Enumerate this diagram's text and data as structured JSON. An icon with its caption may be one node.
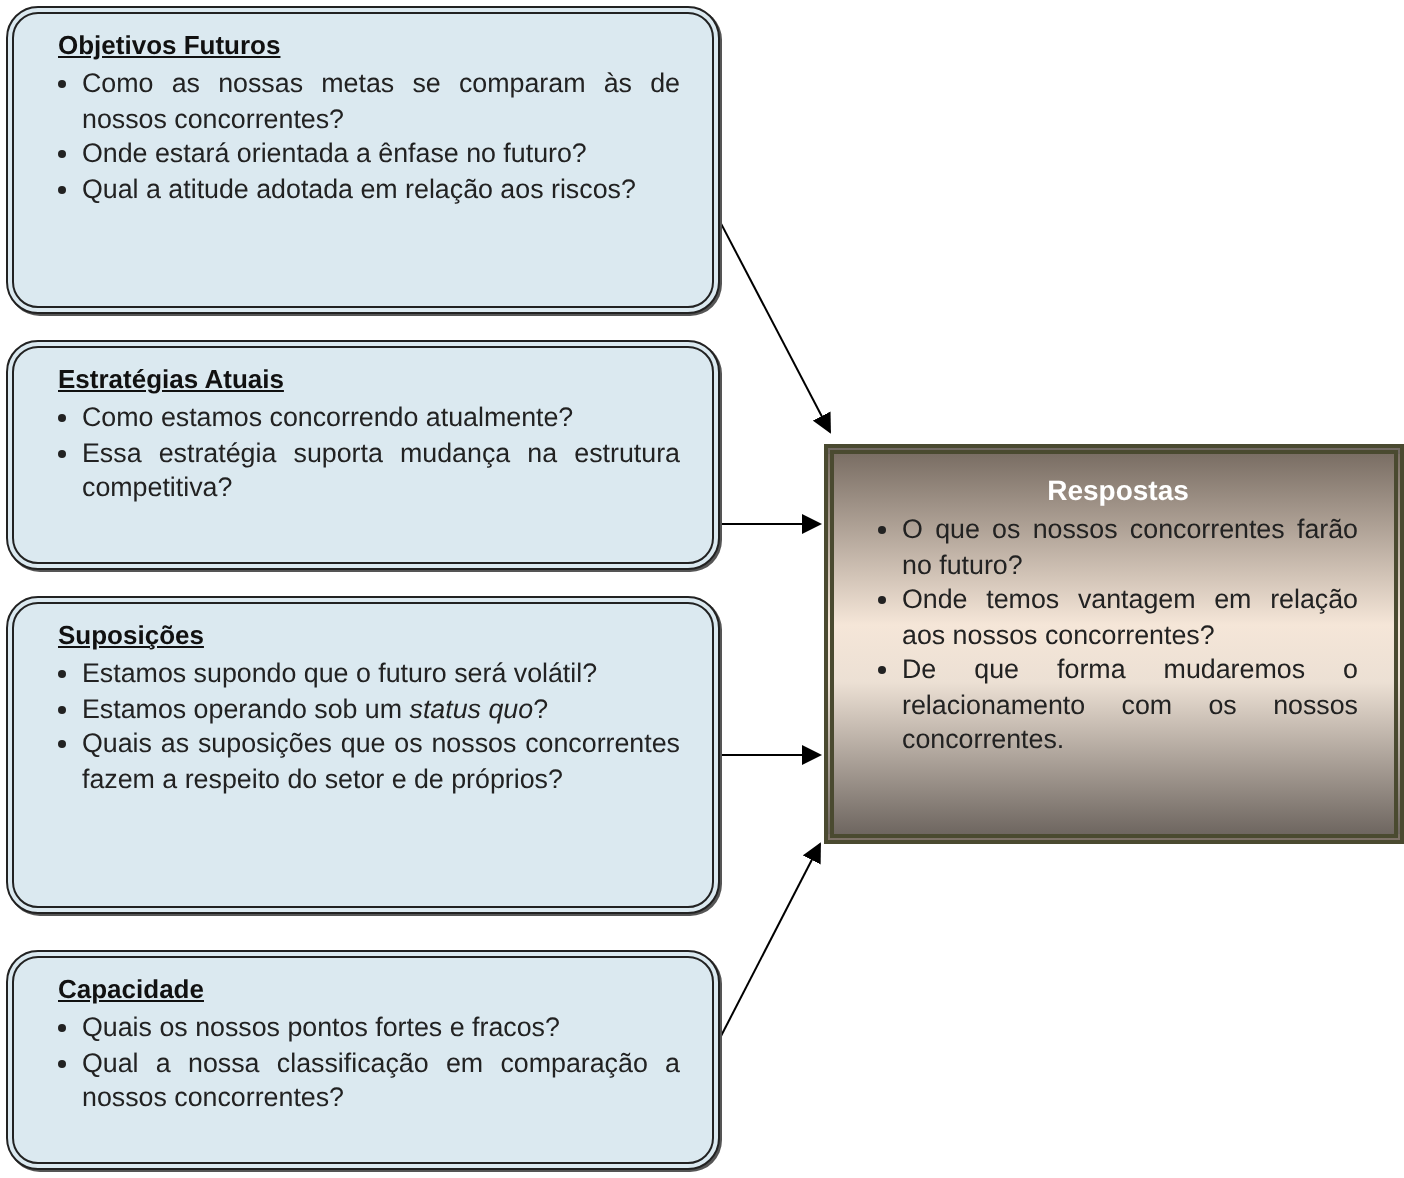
{
  "diagram": {
    "nodes": [
      {
        "text": [
          "Objetivos Futuros",
          "Como as nossas metas se comparam às de nossos concorrentes?",
          "Onde estará orientada a ênfase no futuro?",
          "Qual a atitude adotada em relação aos riscos?"
        ]
      },
      {
        "text": [
          "Estratégias Atuais",
          "Como estamos concorrendo atualmente?",
          "Essa estratégia suporta mudança na estrutura competitiva?"
        ]
      },
      {
        "text": [
          "Suposições",
          "Estamos supondo que o futuro será volátil?",
          "Estamos operando sob um *status quo*?",
          "Quais as suposições que os nossos concorrentes fazem a respeito do setor e de próprios?"
        ]
      },
      {
        "text": [
          "Capacidade",
          "Quais os nossos pontos fortes e fracos?",
          "Qual a nossa classificação em comparação a nossos concorrentes?"
        ]
      },
      {
        "text": [
          "Respostas",
          "O que os nossos concorrentes farão no futuro?",
          "Onde temos vantagem em relação aos nossos concorrentes?",
          "De que forma mudaremos o relacionamento com os nossos concorrentes."
        ]
      }
    ],
    "edges": [
      {
        "from": 0,
        "to": 4,
        "arrow": "to"
      },
      {
        "from": 1,
        "to": 4,
        "arrow": "to"
      },
      {
        "from": 2,
        "to": 4,
        "arrow": "to"
      },
      {
        "from": 3,
        "to": 4,
        "arrow": "to"
      }
    ]
  }
}
